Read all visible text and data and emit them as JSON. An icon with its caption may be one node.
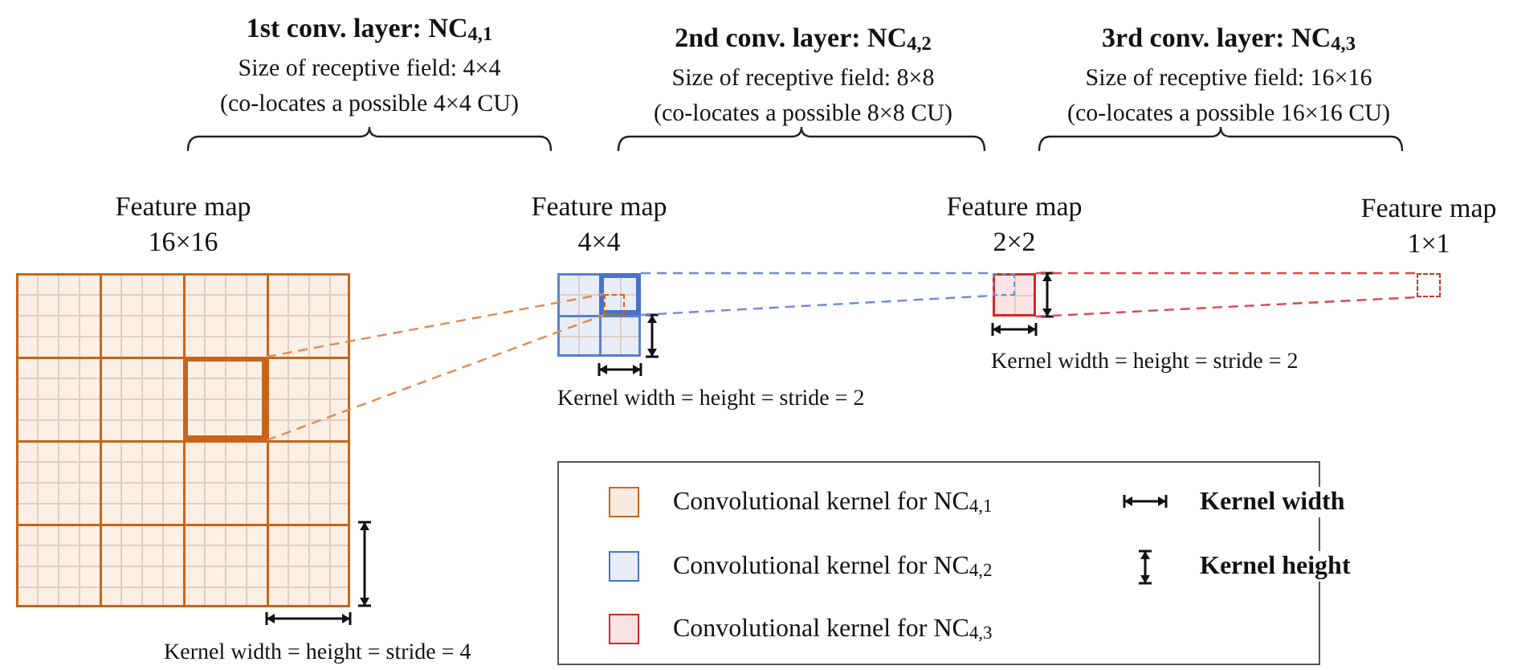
{
  "diagram": {
    "nodes": [
      {
        "text": [
          "Feature map 16×16"
        ]
      },
      {
        "text": [],
        "shape": "box",
        "in": 0
      },
      {
        "text": [
          "Feature map 4×4"
        ]
      },
      {
        "text": [],
        "shape": "box",
        "in": 2
      },
      {
        "text": [],
        "shape": "box",
        "in": 3
      },
      {
        "text": [
          "Feature map 2×2"
        ]
      },
      {
        "text": [],
        "shape": "box",
        "in": 5
      },
      {
        "text": [
          "Feature map 1×1"
        ]
      }
    ],
    "edges": [
      {
        "from": 1,
        "to": 4,
        "arrow": "none",
        "style": "dashed",
        "color": "#e08a50"
      },
      {
        "from": 1,
        "to": 4,
        "arrow": "none",
        "style": "dashed",
        "color": "#e08a50"
      },
      {
        "from": 3,
        "to": 6,
        "arrow": "none",
        "style": "dashed",
        "color": "#6b8bd6"
      },
      {
        "from": 3,
        "to": 6,
        "arrow": "none",
        "style": "dashed",
        "color": "#6b8bd6"
      },
      {
        "from": 5,
        "to": 7,
        "arrow": "none",
        "style": "dashed",
        "color": "#d9474a"
      },
      {
        "from": 5,
        "to": 7,
        "arrow": "none",
        "style": "dashed",
        "color": "#d9474a"
      }
    ],
    "labels": [
      "1st conv. layer: NC$_{4,1}$",
      "Size of receptive field: 4×4",
      "(co-locates a possible 4×4 CU)",
      "2nd conv. layer: NC$_{4,2}$",
      "Size of receptive field: 8×8",
      "(co-locates a possible 8×8 CU)",
      "3rd conv. layer: NC$_{4,3}$",
      "Size of receptive field: 16×16",
      "(co-locates a possible 16×16 CU)",
      "Kernel width = height = stride = 4",
      "Kernel width = height = stride = 2",
      "Kernel width = height = stride = 2"
    ],
    "legend": [
      {
        "text": "Convolutional kernel for NC$_{4,1}$",
        "color": "#c8651b"
      },
      {
        "text": "Convolutional kernel for NC$_{4,2}$",
        "color": "#4a72c8"
      },
      {
        "text": "Convolutional kernel for NC$_{4,3}$",
        "color": "#d62728"
      },
      {
        "text": "Kernel width"
      },
      {
        "text": "Kernel height"
      }
    ]
  }
}
